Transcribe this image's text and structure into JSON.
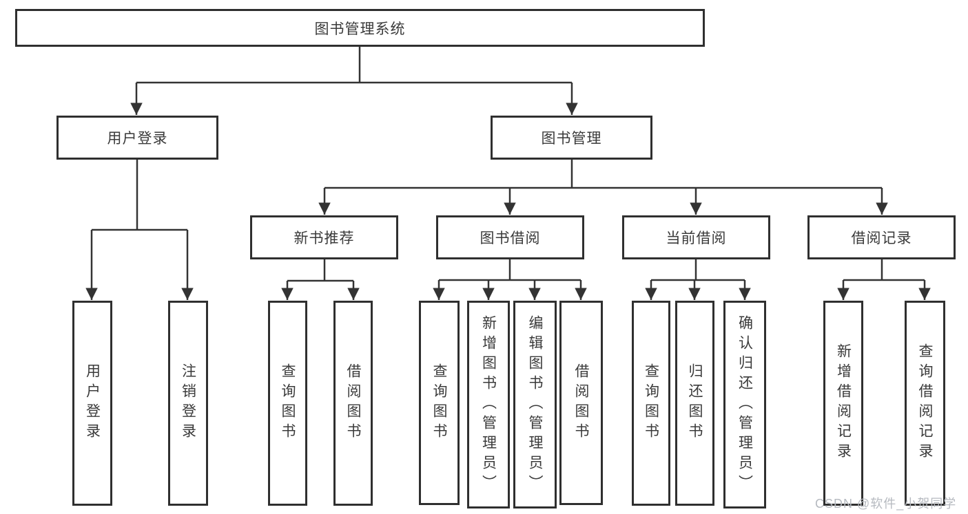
{
  "tree": {
    "label": "图书管理系统",
    "children": [
      {
        "label": "用户登录",
        "children": [
          {
            "label": "用户登录"
          },
          {
            "label": "注销登录"
          }
        ]
      },
      {
        "label": "图书管理",
        "children": [
          {
            "label": "新书推荐",
            "children": [
              {
                "label": "查询图书"
              },
              {
                "label": "借阅图书"
              }
            ]
          },
          {
            "label": "图书借阅",
            "children": [
              {
                "label": "查询图书"
              },
              {
                "label": "新增图书（管理员）"
              },
              {
                "label": "编辑图书（管理员）"
              },
              {
                "label": "借阅图书"
              }
            ]
          },
          {
            "label": "当前借阅",
            "children": [
              {
                "label": "查询图书"
              },
              {
                "label": "归还图书"
              },
              {
                "label": "确认归还（管理员）"
              }
            ]
          },
          {
            "label": "借阅记录",
            "children": [
              {
                "label": "新增借阅记录"
              },
              {
                "label": "查询借阅记录"
              }
            ]
          }
        ]
      }
    ]
  },
  "watermark": {
    "text": "CSDN @软件_小贺同学"
  },
  "colors": {
    "line": "#333333",
    "box_border": "#2f2f2f",
    "text": "#3a3a3a",
    "watermark": "#b6bac0",
    "background": "#ffffff"
  }
}
